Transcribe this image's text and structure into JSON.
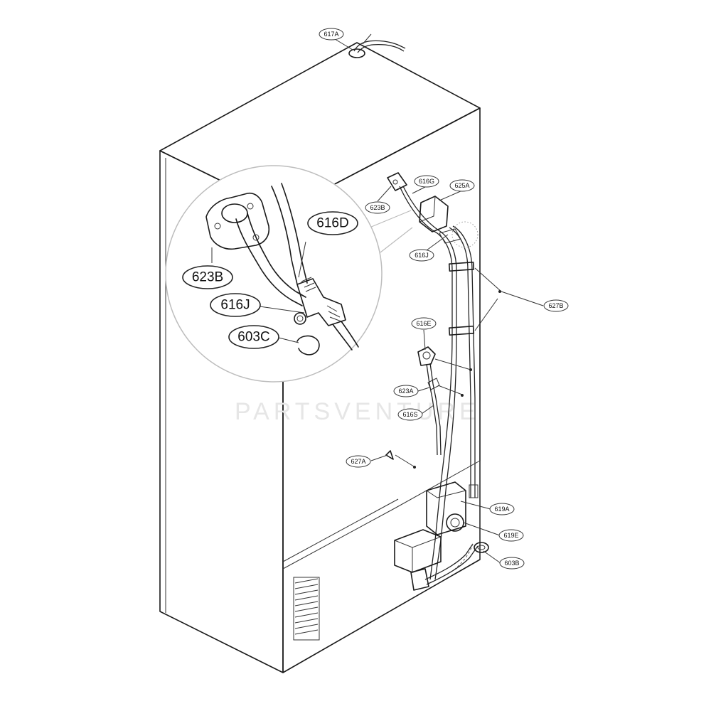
{
  "callouts_small": [
    "617A",
    "623B",
    "616G",
    "625A",
    "616J",
    "627B",
    "616E",
    "623A",
    "616S",
    "627A",
    "619A",
    "619E",
    "603B"
  ],
  "callouts_large": [
    "616D",
    "623B",
    "616J",
    "603C"
  ],
  "watermark": "PARTSVENTURE",
  "colors": {
    "line": "#1a1a1a",
    "background": "#ffffff",
    "watermark": "#e6e6e6"
  }
}
